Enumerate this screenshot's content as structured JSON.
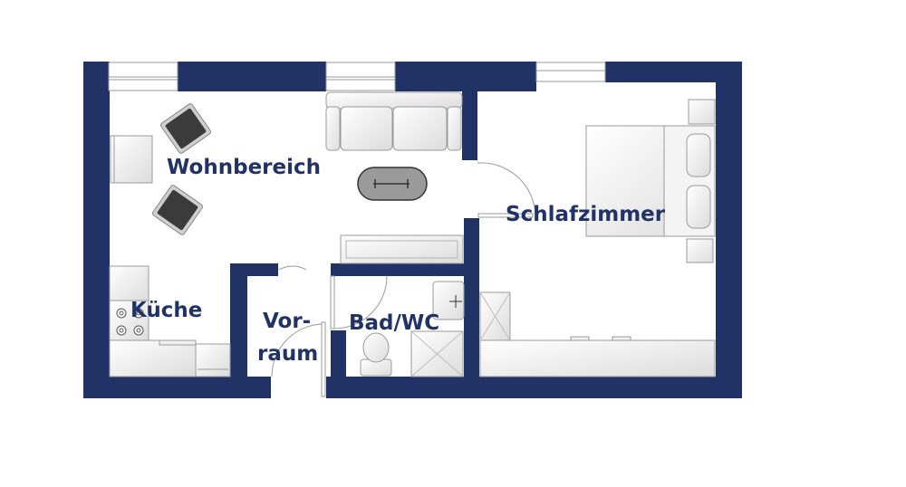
{
  "colors": {
    "wall": "#213366",
    "label": "#213366",
    "background": "#ffffff",
    "fixture_fill": "#eeeeee",
    "fixture_stroke": "#9a9a9a",
    "chair": "#3b3b3b"
  },
  "rooms": {
    "living": "Wohnbereich",
    "bedroom": "Schlafzimmer",
    "kitchen": "Küche",
    "hall_line1": "Vor-",
    "hall_line2": "raum",
    "bath": "Bad/WC"
  }
}
